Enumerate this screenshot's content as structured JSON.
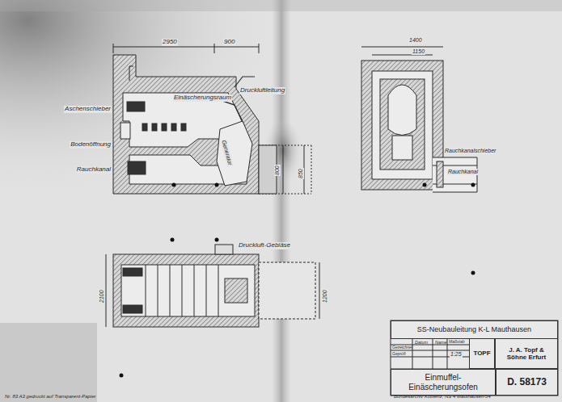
{
  "diagram": {
    "nodes": [
      {
        "text": [
          "SS-Neubauleitung K-L Mauthausen"
        ]
      },
      {
        "text": [
          "TOPF"
        ]
      },
      {
        "text": [
          "J. A. Topf & Söhne Erfurt"
        ]
      },
      {
        "text": [
          "Einmuffel-Einäscherungsofen"
        ]
      },
      {
        "text": [
          "D. 58173"
        ]
      }
    ],
    "labels": [
      "2950",
      "900",
      "Aschenschieber",
      "Einäscherungsraum",
      "Druckluftleitung",
      "Bodenöffnung",
      "Rauchkanal",
      "Generator",
      "800",
      "850",
      "1400",
      "1150",
      "Rauchkanalschieber",
      "Rauchkanal",
      "Druckluft-Gebläse",
      "2100",
      "1200",
      "Datum",
      "Name",
      "Maßstab",
      "Gezeichnet",
      "Geprüft",
      "1:25",
      "Bundesarchiv Koblenz, NS 4 Mauthausen-54",
      "Nr. 83 A3 gedruckt auf Transparent-Papier"
    ]
  }
}
